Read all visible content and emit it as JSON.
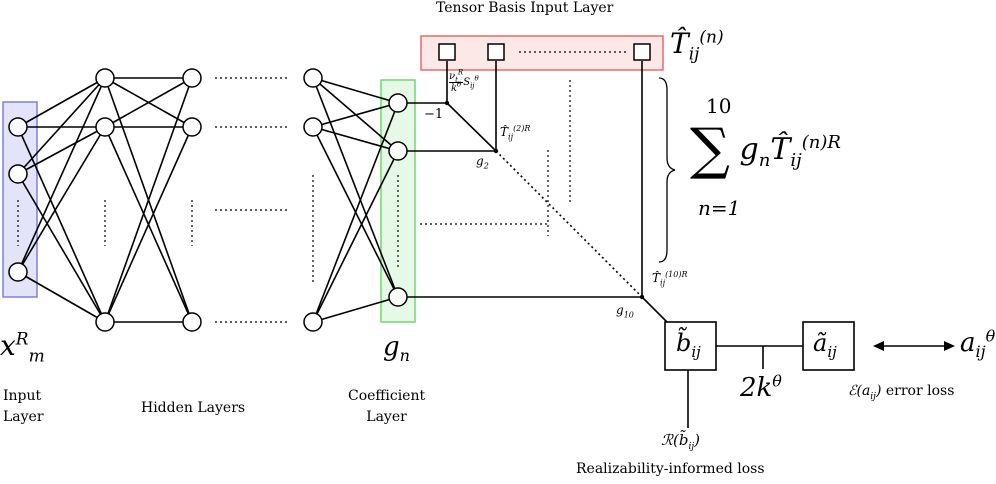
{
  "labels": {
    "tensor_basis_layer": "Tensor Basis Input Layer",
    "input_layer_line1": "Input",
    "input_layer_line2": "Layer",
    "hidden_layers": "Hidden Layers",
    "coefficient_layer_line1": "Coefficient",
    "coefficient_layer_line2": "Layer",
    "error_loss_text": "error loss",
    "realizability_loss": "Realizability-informed loss",
    "minus_one": "−1"
  },
  "math": {
    "x": "x",
    "x_sup": "R",
    "x_sub": "m",
    "g": "g",
    "g_sub": "n",
    "T": "T̂",
    "T_sub": "ij",
    "T_sup": "(n)",
    "sum_top": "10",
    "sum_symbol": "∑",
    "sum_bottom": "n=1",
    "sum_g": "g",
    "sum_g_sub": "n",
    "sum_T": "T̂",
    "sum_T_sub": "ij",
    "sum_T_sup": "(n)R",
    "nu": "ν",
    "nu_sub": "t",
    "nu_sup": "R",
    "k": "k",
    "k_sup": "θ",
    "S": "S",
    "S_sub": "ij",
    "S_sup": "θ",
    "T2": "T̂",
    "T2_sub": "ij",
    "T2_sup": "(2)R",
    "T10": "T̂",
    "T10_sub": "ij",
    "T10_sup": "(10)R",
    "g2": "g",
    "g2_sub": "2",
    "g10": "g",
    "g10_sub": "10",
    "b": "b̃",
    "b_sub": "ij",
    "a": "ã",
    "a_sub": "ij",
    "two_k": "2k",
    "two_k_sup": "θ",
    "a_theta": "a",
    "a_theta_sub": "ij",
    "a_theta_sup": "θ",
    "E_err": "ℰ",
    "E_arg": "(a",
    "E_arg_sub": "ij",
    "E_close": ")",
    "R_loss": "ℛ",
    "R_arg": "(b̃",
    "R_arg_sub": "ij",
    "R_close": ")"
  },
  "colors": {
    "input_layer_box": "#7f7fdf",
    "coefficient_layer_box": "#6fd86f",
    "tensor_basis_box": "#e86a6a"
  }
}
